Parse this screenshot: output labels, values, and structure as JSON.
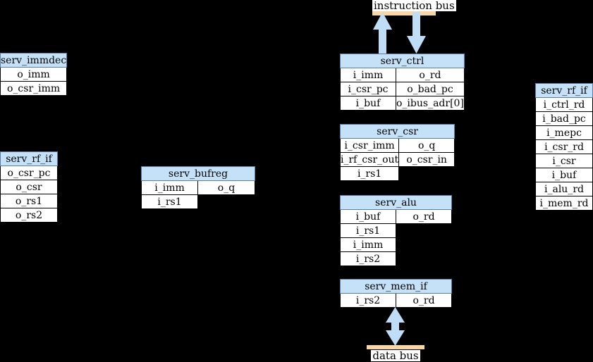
{
  "colors": {
    "background": "#000000",
    "header_fill": "#C5E1F7",
    "header_border": "#5B7CA3",
    "cell_fill": "#FFFFFF",
    "cell_border": "#000000",
    "arrow": "#BFDDF6",
    "bus_bar": "#F9D6A8",
    "text": "#000000"
  },
  "buses": {
    "instruction": {
      "label": "instruction bus"
    },
    "data": {
      "label": "data bus"
    }
  },
  "blocks": {
    "immdec": {
      "title": "serv_immdec",
      "rows": [
        [
          "o_imm"
        ],
        [
          "o_csr_imm"
        ]
      ]
    },
    "rf_left": {
      "title": "serv_rf_if",
      "rows": [
        [
          "o_csr_pc"
        ],
        [
          "o_csr"
        ],
        [
          "o_rs1"
        ],
        [
          "o_rs2"
        ]
      ]
    },
    "bufreg": {
      "title": "serv_bufreg",
      "rows": [
        [
          "i_imm",
          "o_q"
        ],
        [
          "i_rs1"
        ]
      ]
    },
    "ctrl": {
      "title": "serv_ctrl",
      "rows": [
        [
          "i_imm",
          "o_rd"
        ],
        [
          "i_csr_pc",
          "o_bad_pc"
        ],
        [
          "i_buf",
          "o_ibus_adr[0]"
        ]
      ]
    },
    "csr": {
      "title": "serv_csr",
      "rows": [
        [
          "i_csr_imm",
          "o_q"
        ],
        [
          "i_rf_csr_out",
          "o_csr_in"
        ],
        [
          "i_rs1"
        ]
      ]
    },
    "alu": {
      "title": "serv_alu",
      "rows": [
        [
          "i_buf",
          "o_rd"
        ],
        [
          "i_rs1"
        ],
        [
          "i_imm"
        ],
        [
          "i_rs2"
        ]
      ]
    },
    "mem_if": {
      "title": "serv_mem_if",
      "rows": [
        [
          "i_rs2",
          "o_rd"
        ]
      ]
    },
    "rf_right": {
      "title": "serv_rf_if",
      "rows": [
        [
          "i_ctrl_rd"
        ],
        [
          "i_bad_pc"
        ],
        [
          "i_mepc"
        ],
        [
          "i_csr_rd"
        ],
        [
          "i_csr"
        ],
        [
          "i_buf"
        ],
        [
          "i_alu_rd"
        ],
        [
          "i_mem_rd"
        ]
      ]
    }
  }
}
